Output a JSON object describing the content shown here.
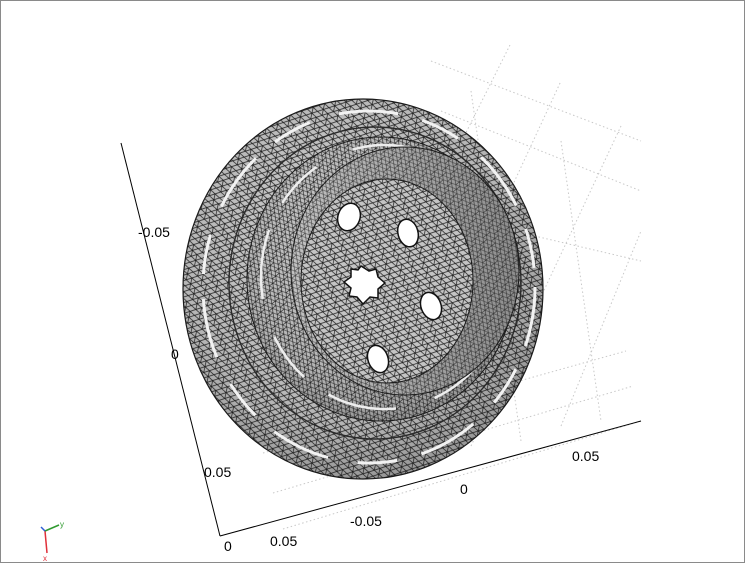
{
  "view": {
    "axis_ticks": {
      "vertical_axis": [
        "-0.05",
        "0",
        "0.05",
        "0"
      ],
      "front_axis": [
        "0.05",
        "-0.05",
        "0",
        "0.05"
      ]
    },
    "triad": {
      "x_label": "x",
      "y_label": "y"
    },
    "colors": {
      "surface": "#bdbdbd",
      "mesh_edges": "#1a1a1a",
      "grid": "#c8c8c8",
      "axis_x": "#e0303a",
      "axis_y": "#2f9a2f",
      "axis_z": "#2f5fd6"
    },
    "mesh": {
      "hole_count": 4,
      "center_hole_shape": "star"
    }
  }
}
